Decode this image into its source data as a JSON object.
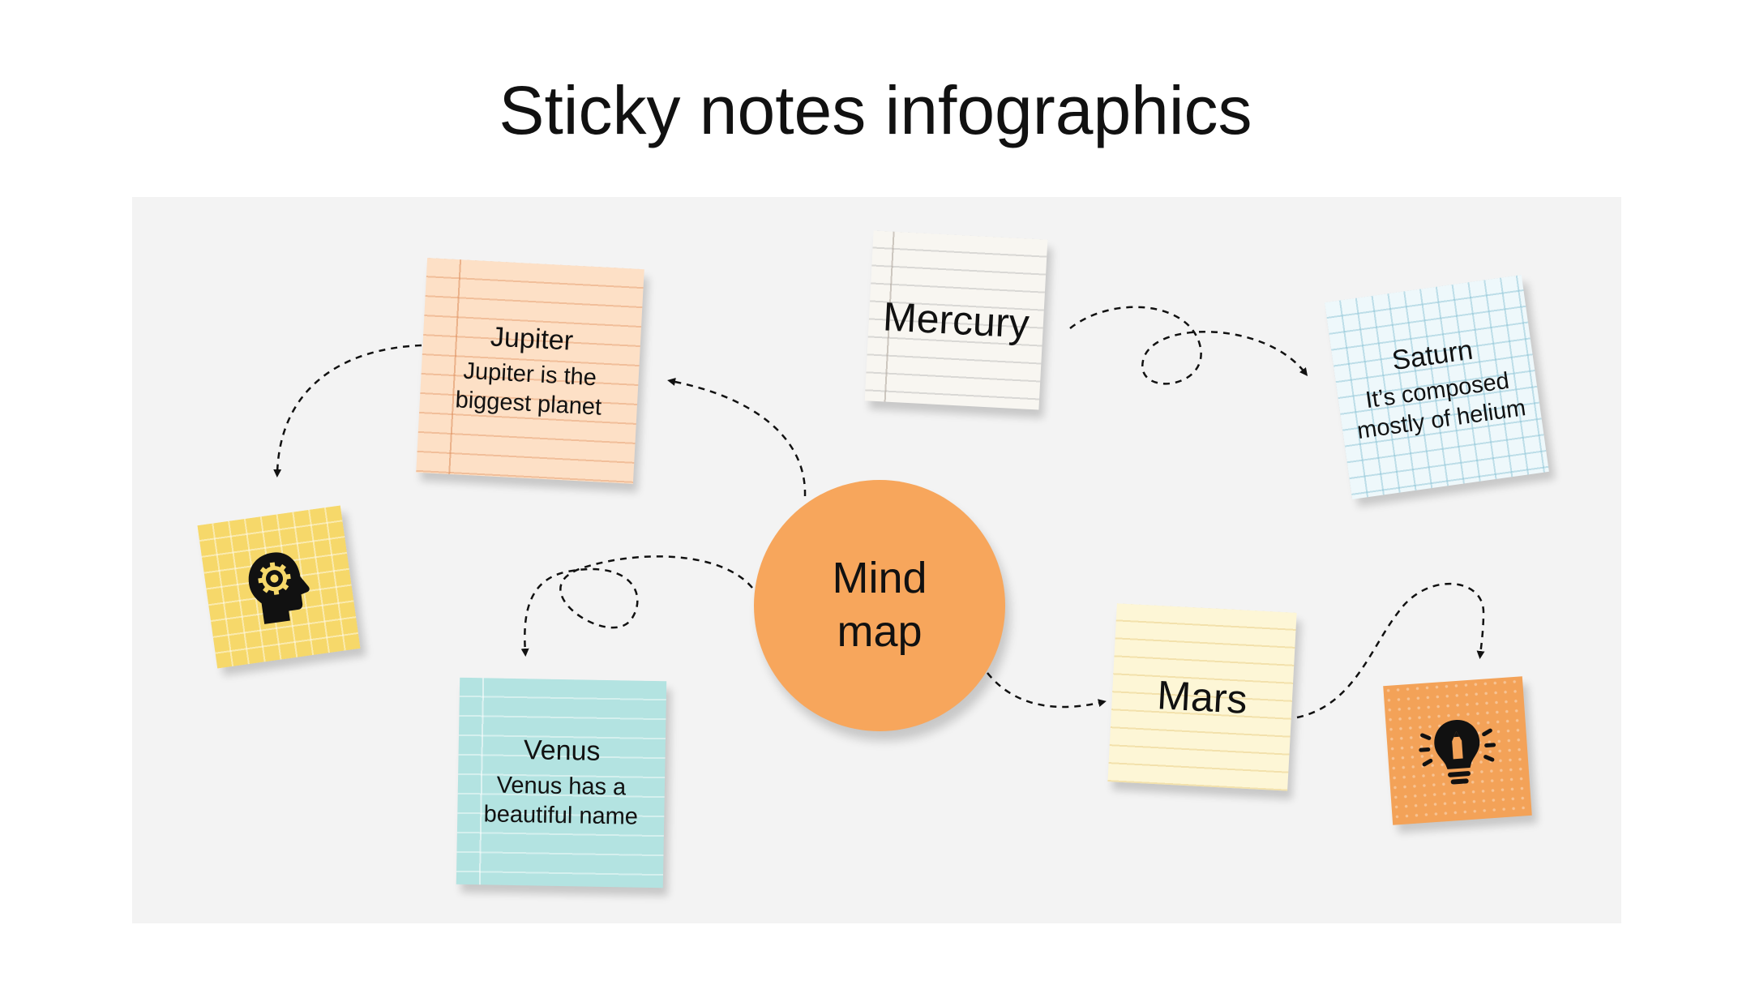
{
  "title": "Sticky notes infographics",
  "center": {
    "label": "Mind map"
  },
  "notes": {
    "jupiter": {
      "title": "Jupiter",
      "body": "Jupiter is the biggest planet"
    },
    "mercury": {
      "title": "Mercury"
    },
    "saturn": {
      "title": "Saturn",
      "body": "It’s composed mostly of helium"
    },
    "venus": {
      "title": "Venus",
      "body": "Venus has a beautiful name"
    },
    "mars": {
      "title": "Mars"
    }
  },
  "icons": {
    "left": "head-gear-icon",
    "right": "lightbulb-pencil-icon"
  },
  "colors": {
    "center": "#f7a65c",
    "jupiter": "#fde0c6",
    "mercury": "#f8f6f1",
    "saturn": "#eef8fb",
    "venus": "#b3e3e1",
    "mars": "#fdf6d6",
    "icon_left": "#f6d86a",
    "icon_right": "#f3a258"
  }
}
